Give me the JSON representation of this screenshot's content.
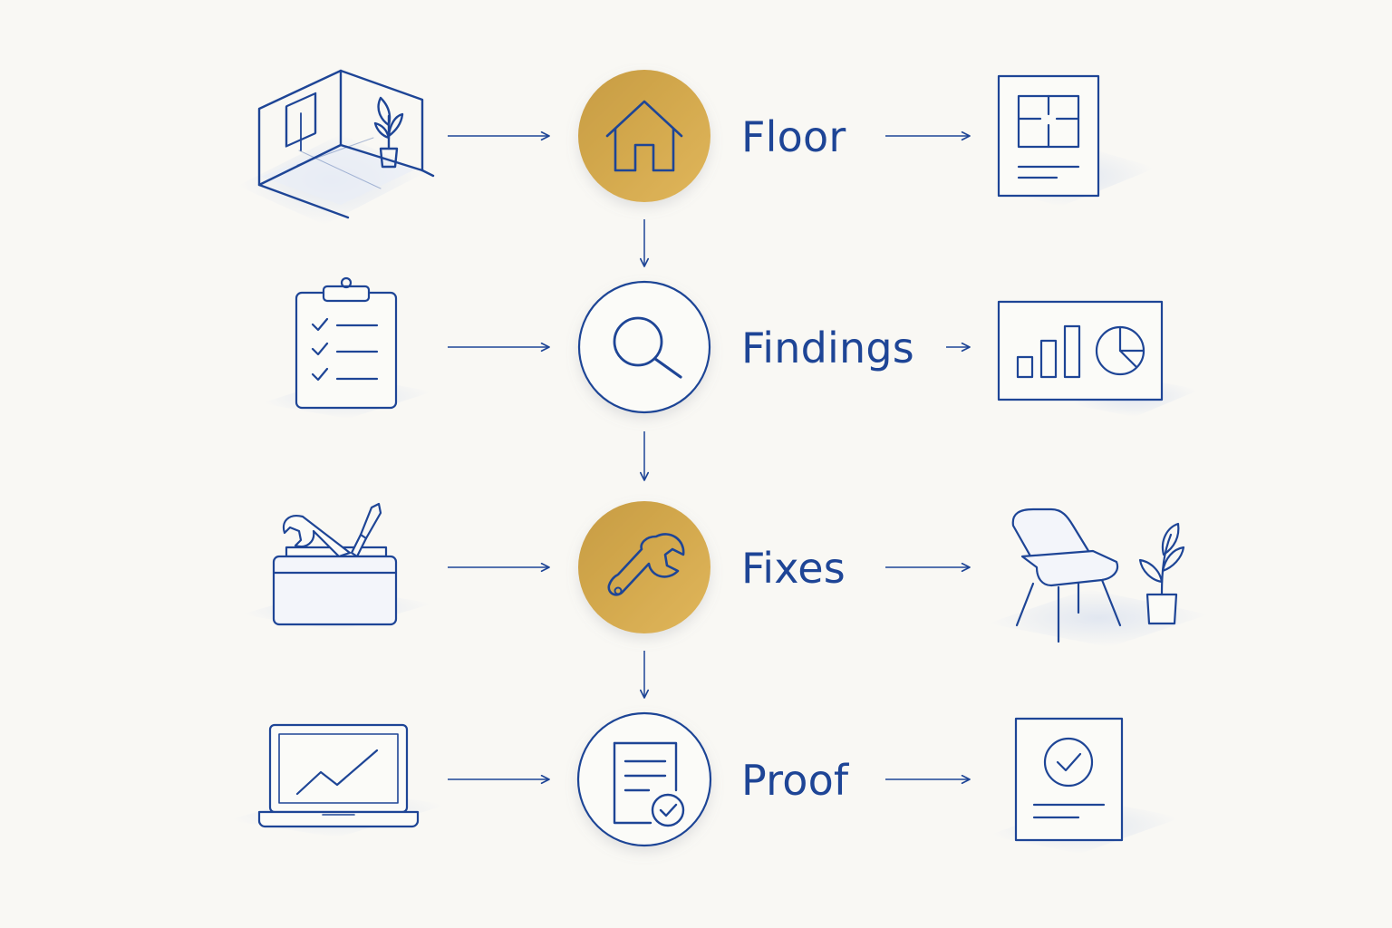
{
  "diagram": {
    "colors": {
      "line": "#1e4596",
      "gold": "#d3a648",
      "background": "#f9f8f4",
      "shadow": "#e1e6f0"
    },
    "stages": [
      {
        "label": "Floor",
        "hub_icon": "house-icon",
        "hub_style": "gold",
        "input_icon": "room-corner-icon",
        "output_icon": "floor-plan-document-icon"
      },
      {
        "label": "Findings",
        "hub_icon": "magnifier-icon",
        "hub_style": "outline",
        "input_icon": "checklist-clipboard-icon",
        "output_icon": "analytics-board-icon"
      },
      {
        "label": "Fixes",
        "hub_icon": "wrench-icon",
        "hub_style": "gold",
        "input_icon": "toolbox-icon",
        "output_icon": "chair-and-plant-icon"
      },
      {
        "label": "Proof",
        "hub_icon": "document-check-icon",
        "hub_style": "outline",
        "input_icon": "laptop-chart-icon",
        "output_icon": "certificate-check-icon"
      }
    ]
  }
}
